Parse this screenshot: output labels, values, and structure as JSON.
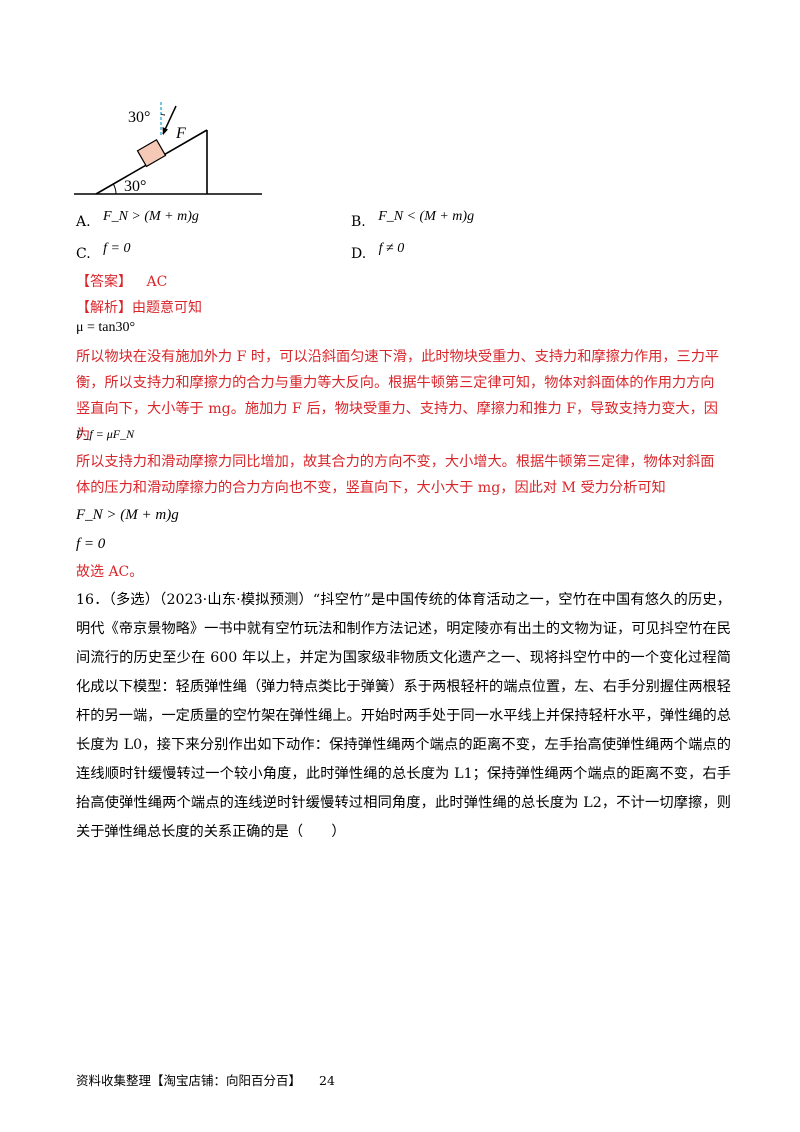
{
  "figure": {
    "angle_top": "30°",
    "force_label": "F",
    "angle_bottom": "30°"
  },
  "options": [
    {
      "letter": "A.",
      "expr": "F_N > (M + m)g"
    },
    {
      "letter": "B.",
      "expr": "F_N < (M + m)g"
    },
    {
      "letter": "C.",
      "expr": "f = 0"
    },
    {
      "letter": "D.",
      "expr": "f ≠ 0"
    }
  ],
  "answer": {
    "label": "【答案】",
    "value": "AC"
  },
  "analysis": {
    "label": "【解析】",
    "lead": "由题意可知",
    "eq1": "μ = tan30°",
    "p1": "所以物块在没有施加外力 F 时，可以沿斜面匀速下滑，此时物块受重力、支持力和摩擦力作用，三力平衡，所以支持力和摩擦力的合力与重力等大反向。根据牛顿第三定律可知，物体对斜面体的作用力方向竖直向下，大小等于 mg。施加力 F 后，物块受重力、支持力、摩擦力和推力 F，导致支持力变大，因为",
    "eq2": "F_f = μF_N",
    "p2": "所以支持力和滑动摩擦力同比增加，故其合力的方向不变，大小增大。根据牛顿第三定律，物体对斜面体的压力和滑动摩擦力的合力方向也不变，竖直向下，大小大于 mg，因此对 M 受力分析可知",
    "eq3": "F_N > (M + m)g",
    "eq4": "f = 0",
    "conclusion": "故选 AC。"
  },
  "q16": {
    "number": "16．",
    "text": "（多选）（2023·山东·模拟预测）“抖空竹”是中国传统的体育活动之一，空竹在中国有悠久的历史，明代《帝京景物略》一书中就有空竹玩法和制作方法记述，明定陵亦有出土的文物为证，可见抖空竹在民间流行的历史至少在 600 年以上，并定为国家级非物质文化遗产之一、现将抖空竹中的一个变化过程简化成以下模型：轻质弹性绳（弹力特点类比于弹簧）系于两根轻杆的端点位置，左、右手分别握住两根轻杆的另一端，一定质量的空竹架在弹性绳上。开始时两手处于同一水平线上并保持轻杆水平，弹性绳的总长度为 L0，接下来分别作出如下动作：保持弹性绳两个端点的距离不变，左手抬高使弹性绳两个端点的连线顺时针缓慢转过一个较小角度，此时弹性绳的总长度为 L1；保持弹性绳两个端点的距离不变，右手抬高使弹性绳两个端点的连线逆时针缓慢转过相同角度，此时弹性绳的总长度为 L2，不计一切摩擦，则关于弹性绳总长度的关系正确的是（　　）"
  },
  "footer": {
    "text": "资料收集整理【淘宝店铺：向阳百分百】",
    "page": "24"
  }
}
